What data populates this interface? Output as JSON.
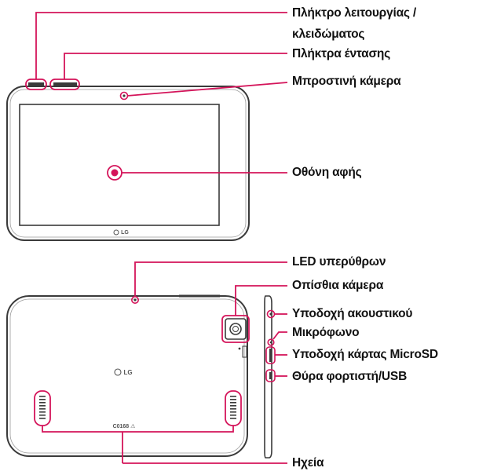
{
  "colors": {
    "accent": "#d4145a",
    "device_outline": "#3a3a3a",
    "text": "#111111"
  },
  "brand": {
    "front_logo": "LG",
    "back_logo": "LG",
    "regulatory_mark": "C0168 ⚠"
  },
  "front_view": {
    "labels": {
      "power_lock_line1": "Πλήκτρο λειτουργίας /",
      "power_lock_line2": "κλειδώματος",
      "volume_keys": "Πλήκτρα έντασης",
      "front_camera": "Μπροστινή κάμερα",
      "touch_screen": "Οθόνη αφής"
    }
  },
  "back_view": {
    "labels": {
      "ir_led": "LED υπερύθρων",
      "rear_camera": "Οπίσθια κάμερα",
      "headset_jack": "Υποδοχή ακουστικού",
      "microphone": "Μικρόφωνο",
      "microsd_slot": "Υποδοχή κάρτας MicroSD",
      "charger_usb_port": "Θύρα φορτιστή/USB",
      "speakers": "Ηχεία"
    }
  }
}
